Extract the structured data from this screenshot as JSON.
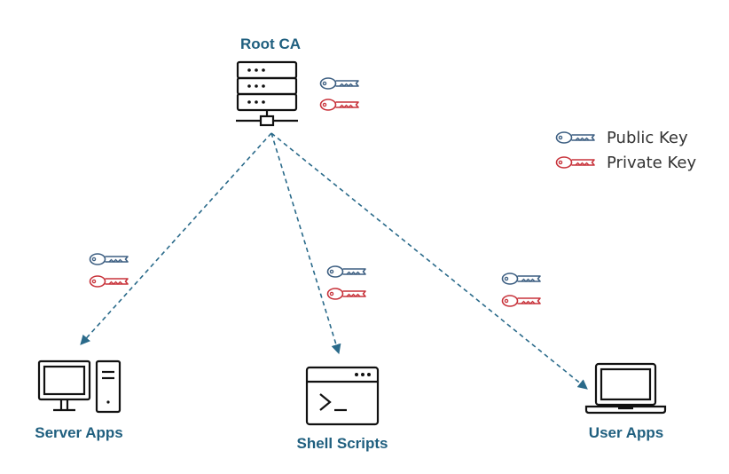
{
  "colors": {
    "label": "#1f5f7f",
    "line": "#2a6a8a",
    "public_key": "#3d5f82",
    "private_key": "#c8333b",
    "icon": "#111111"
  },
  "nodes": {
    "root": {
      "label": "Root CA",
      "icon": "server-icon"
    },
    "server": {
      "label": "Server Apps",
      "icon": "desktop-computer-icon"
    },
    "shell": {
      "label": "Shell Scripts",
      "icon": "terminal-window-icon"
    },
    "user": {
      "label": "User Apps",
      "icon": "laptop-icon"
    }
  },
  "legend": {
    "public_key": "Public Key",
    "private_key": "Private Key"
  }
}
